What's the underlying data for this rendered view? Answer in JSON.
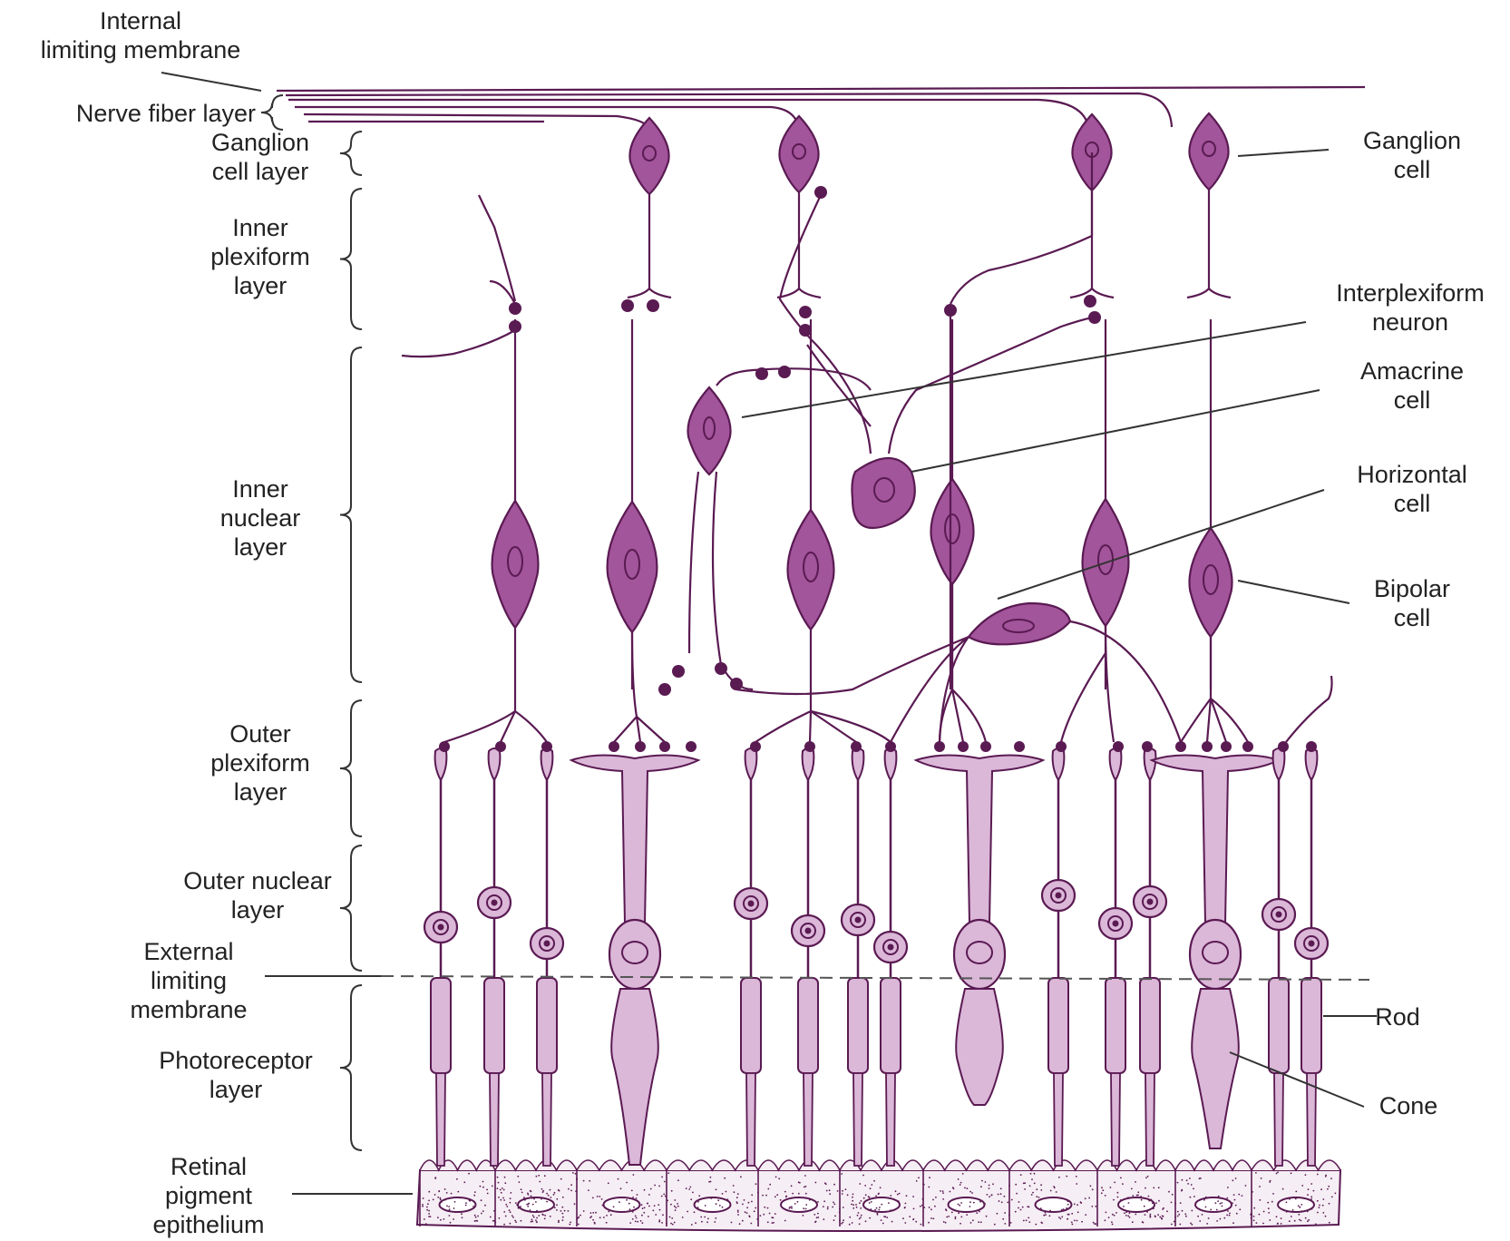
{
  "colors": {
    "outline": "#5a1a52",
    "neuron_fill": "#a2559a",
    "receptor_fill": "#dbb7d8",
    "epithelium_dots": "#5a1a52",
    "text": "#222222"
  },
  "left_labels": {
    "internal_limiting_membrane": [
      "Internal",
      "limiting membrane"
    ],
    "nerve_fiber_layer": [
      "Nerve fiber layer"
    ],
    "ganglion_cell_layer": [
      "Ganglion",
      "cell layer"
    ],
    "inner_plexiform_layer": [
      "Inner",
      "plexiform",
      "layer"
    ],
    "inner_nuclear_layer": [
      "Inner",
      "nuclear",
      "layer"
    ],
    "outer_plexiform_layer": [
      "Outer",
      "plexiform",
      "layer"
    ],
    "outer_nuclear_layer": [
      "Outer nuclear",
      "layer"
    ],
    "external_limiting_membrane": [
      "External",
      "limiting",
      "membrane"
    ],
    "photoreceptor_layer": [
      "Photoreceptor",
      "layer"
    ],
    "retinal_pigment_epithelium": [
      "Retinal",
      "pigment",
      "epithelium"
    ]
  },
  "right_labels": {
    "ganglion_cell": [
      "Ganglion",
      "cell"
    ],
    "interplexiform_neuron": [
      "Interplexiform",
      "neuron"
    ],
    "amacrine_cell": [
      "Amacrine",
      "cell"
    ],
    "horizontal_cell": [
      "Horizontal",
      "cell"
    ],
    "bipolar_cell": [
      "Bipolar",
      "cell"
    ],
    "rod": [
      "Rod"
    ],
    "cone": [
      "Cone"
    ]
  }
}
